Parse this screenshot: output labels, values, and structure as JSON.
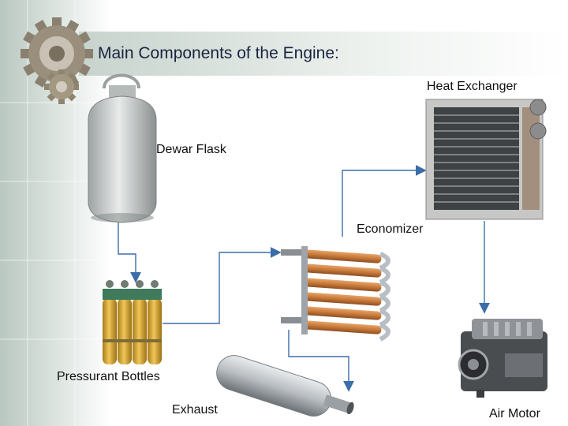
{
  "slide": {
    "title": "Main Components of the Engine:"
  },
  "components": {
    "heat_exchanger": "Heat Exchanger",
    "dewar_flask": "Dewar Flask",
    "economizer": "Economizer",
    "pressurant_bottles": "Pressurant Bottles",
    "exhaust": "Exhaust",
    "air_motor": "Air Motor"
  },
  "colors": {
    "arrow": "#3b6ea8",
    "title_text": "#1a2440",
    "copper": "#c87a3a",
    "bottle_yellow": "#e0b43a"
  }
}
